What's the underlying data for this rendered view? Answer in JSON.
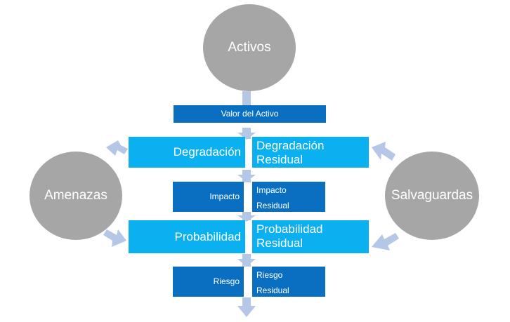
{
  "nodes": {
    "activos": "Activos",
    "amenazas": "Amenazas",
    "salvaguardas": "Salvaguardas",
    "valor_activo": "Valor del Activo",
    "degradacion": "Degradación",
    "degradacion_residual": "Degradación\nResidual",
    "impacto": "Impacto",
    "impacto_residual": "Impacto\nResidual",
    "probabilidad": "Probabilidad",
    "probabilidad_residual": "Probabilidad\nResidual",
    "riesgo": "Riesgo",
    "riesgo_residual": "Riesgo\nResidual"
  },
  "colors": {
    "circle": "#a6a6a6",
    "light_box": "#0ab0ef",
    "dark_box": "#0a6fc0",
    "arrow": "#b4c7e7"
  }
}
